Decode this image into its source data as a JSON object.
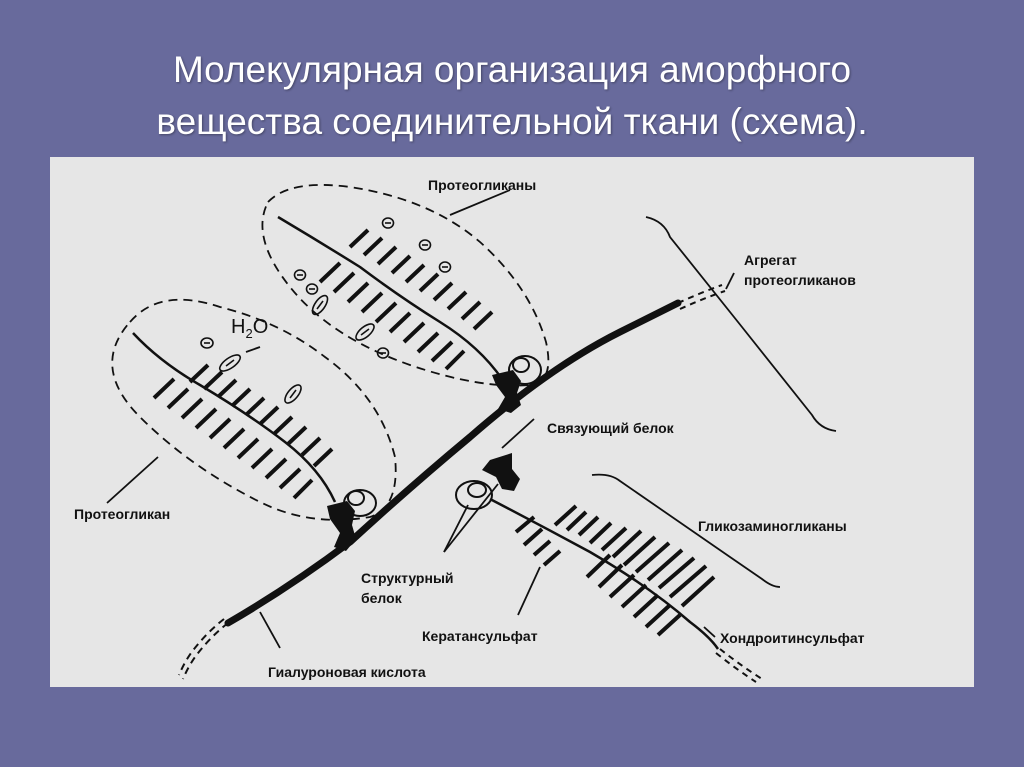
{
  "slide": {
    "title_line1": "Молекулярная организация аморфного",
    "title_line2": "вещества соединительной ткани (схема)."
  },
  "diagram": {
    "labels": {
      "proteoglycans_top": "Протеогликаны",
      "aggregate_line1": "Агрегат",
      "aggregate_line2": "протеогликанов",
      "water_main": "H",
      "water_sub": "2",
      "water_end": "O",
      "linking_protein": "Связующий белок",
      "proteoglycan": "Протеогликан",
      "glycosaminoglycans": "Гликозаминогликаны",
      "structural_line1": "Структурный",
      "structural_line2": "белок",
      "keratan_sulfate": "Кератансульфат",
      "chondroitin_sulfate": "Хондроитинсульфат",
      "hyaluronic_acid": "Гиалуроновая кислота"
    },
    "colors": {
      "background": "#686a9c",
      "panel": "#e6e6e6",
      "ink": "#111111"
    }
  }
}
